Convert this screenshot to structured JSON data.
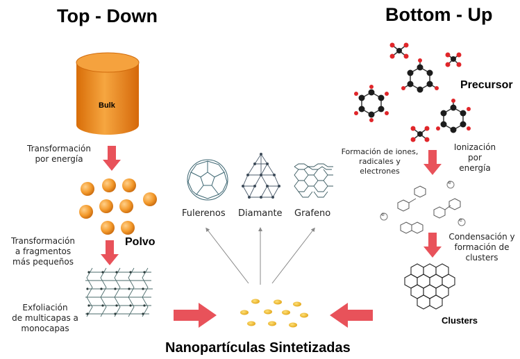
{
  "headings": {
    "top_down": "Top - Down",
    "bottom_up": "Bottom - Up",
    "result": "Nanopartículas Sintetizadas"
  },
  "top_down": {
    "bulk_label": "Bulk",
    "step1": [
      "Transformación",
      "por energía"
    ],
    "powder_label": "Polvo",
    "step2": [
      "Transformación",
      "a fragmentos",
      "más pequeños"
    ],
    "step3": [
      "Exfoliación",
      "de multicapas a",
      "monocapas"
    ]
  },
  "bottom_up": {
    "precursor_label": "Precursor",
    "step1_left": [
      "Formación de iones,",
      "radicales y",
      "electrones"
    ],
    "step1_right": [
      "Ionización",
      "por",
      "energía"
    ],
    "step2": [
      "Condensación y",
      "formación de",
      "clusters"
    ],
    "clusters_label": "Clusters",
    "electron_symbol": "e"
  },
  "materials": {
    "fullerene": "Fulerenos",
    "diamond": "Diamante",
    "graphene": "Grafeno"
  },
  "colors": {
    "bulk_orange": "#f08a1c",
    "particle_orange": "#f39a2c",
    "arrow_red": "#e8525a",
    "nano_gold": "#f2b620",
    "atom_black": "#222222",
    "atom_red": "#e0262a"
  }
}
